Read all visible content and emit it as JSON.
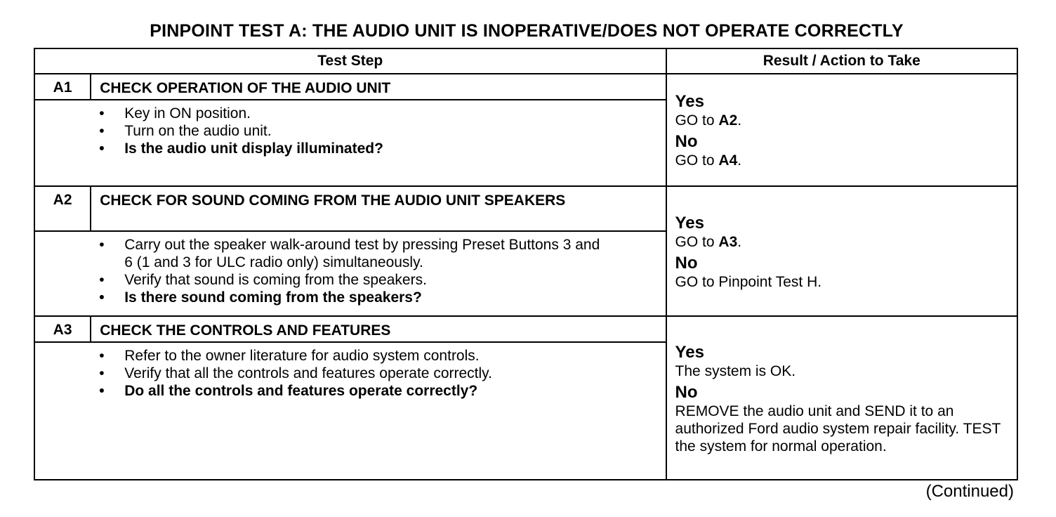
{
  "title": "PINPOINT TEST  A: THE AUDIO UNIT IS INOPERATIVE/DOES NOT OPERATE CORRECTLY",
  "table": {
    "headers": {
      "test_step": "Test Step",
      "result": "Result / Action to Take"
    },
    "steps": [
      {
        "id": "A1",
        "heading": "CHECK OPERATION OF THE AUDIO UNIT",
        "bullets": [
          "Key in ON position.",
          "Turn on the audio unit."
        ],
        "question": "Is the audio unit display illuminated?",
        "yes_label": "Yes",
        "yes_text": "GO to ",
        "yes_ref": "A2",
        "yes_tail": ".",
        "no_label": "No",
        "no_text": "GO to ",
        "no_ref": "A4",
        "no_tail": "."
      },
      {
        "id": "A2",
        "heading": "CHECK FOR SOUND COMING FROM THE AUDIO UNIT SPEAKERS",
        "bullets": [
          "Carry out the speaker walk-around test by pressing Preset Buttons 3 and 6 (1 and 3 for ULC radio only) simultaneously.",
          "Verify that sound is coming from the speakers."
        ],
        "question": "Is there sound coming from the speakers?",
        "yes_label": "Yes",
        "yes_text": "GO to ",
        "yes_ref": "A3",
        "yes_tail": ".",
        "no_label": "No",
        "no_text": "GO to Pinpoint Test H.",
        "no_ref": "",
        "no_tail": ""
      },
      {
        "id": "A3",
        "heading": "CHECK THE CONTROLS AND FEATURES",
        "bullets": [
          "Refer to the owner literature for audio system controls.",
          "Verify that all the controls and features operate correctly."
        ],
        "question": "Do all the controls and features operate correctly?",
        "yes_label": "Yes",
        "yes_text": "The system is OK.",
        "yes_ref": "",
        "yes_tail": "",
        "no_label": "No",
        "no_text": "REMOVE the audio unit and SEND it to an authorized Ford audio system repair facility. TEST the system for normal operation.",
        "no_ref": "",
        "no_tail": ""
      }
    ]
  },
  "continued": "(Continued)"
}
